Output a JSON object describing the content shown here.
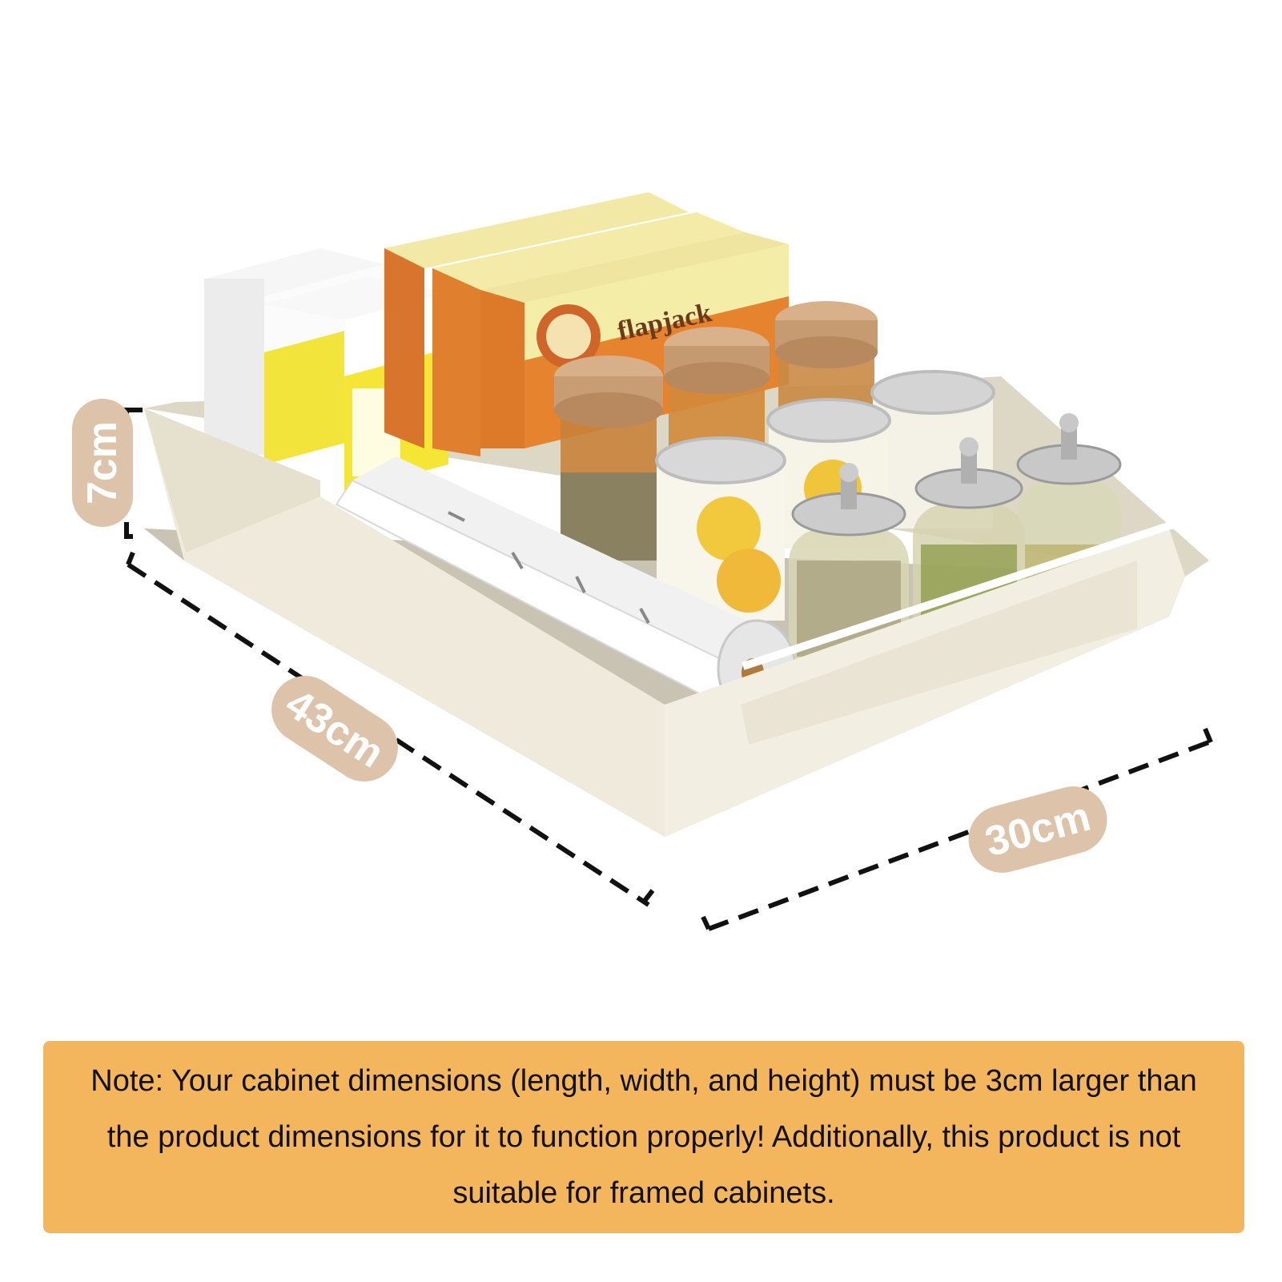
{
  "dimensions": {
    "height": "7cm",
    "length": "43cm",
    "width": "30cm"
  },
  "product_labels": {
    "box_brand": "flapjack"
  },
  "note": "Note: Your cabinet dimensions (length, width, and height) must be 3cm larger than the product dimensions for it to function properly! Additionally, this product is not suitable for framed cabinets.",
  "colors": {
    "note_background": "#f4b65d",
    "dimension_label": "#dcc3aa",
    "tray": "#efeadc",
    "dash_line": "#111111"
  }
}
